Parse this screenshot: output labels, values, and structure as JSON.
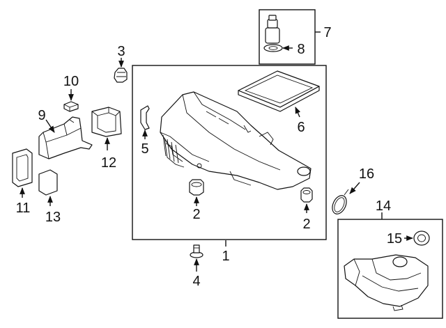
{
  "callouts": {
    "c1": "1",
    "c2a": "2",
    "c2b": "2",
    "c3": "3",
    "c4": "4",
    "c5": "5",
    "c6": "6",
    "c7": "7",
    "c8": "8",
    "c9": "9",
    "c10": "10",
    "c11": "11",
    "c12": "12",
    "c13": "13",
    "c14": "14",
    "c15": "15",
    "c16": "16"
  }
}
